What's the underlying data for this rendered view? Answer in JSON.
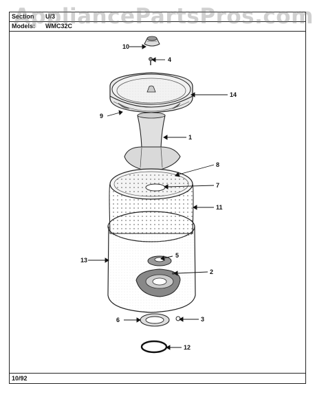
{
  "header": {
    "section_label": "Section",
    "section_value": "U/3",
    "models_label": "Models:",
    "models_value": "WMC32C"
  },
  "watermark": "AppliancePartsPros.com",
  "footer": {
    "date": "10/92"
  },
  "callouts": [
    "10",
    "4",
    "14",
    "9",
    "1",
    "8",
    "7",
    "11",
    "13",
    "5",
    "2",
    "6",
    "3",
    "12"
  ]
}
